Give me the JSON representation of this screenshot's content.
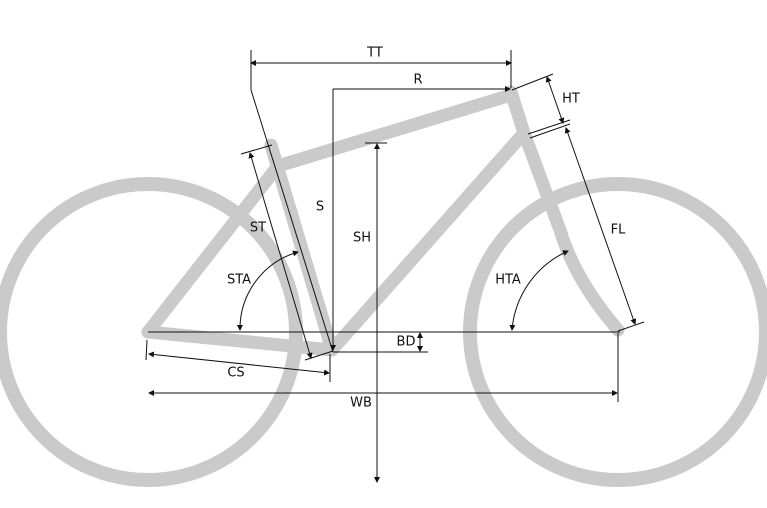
{
  "diagram": {
    "title_hidden": null,
    "labels": {
      "tt": "TT",
      "r": "R",
      "ht": "HT",
      "s": "S",
      "sh": "SH",
      "st": "ST",
      "sta": "STA",
      "fl": "FL",
      "hta": "HTA",
      "bd": "BD",
      "cs": "CS",
      "wb": "WB"
    },
    "colors": {
      "frame": "#cacaca",
      "dimension": "#111111"
    }
  }
}
